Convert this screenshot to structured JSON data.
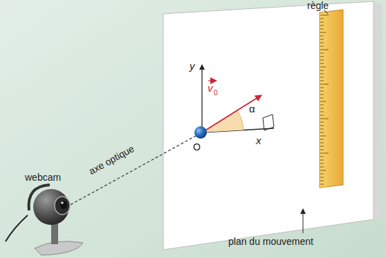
{
  "diagram": {
    "labels": [
      "règle",
      "y",
      "v",
      "0",
      "α",
      "O",
      "x",
      "webcam",
      "axe optique",
      "plan du mouvement"
    ]
  }
}
